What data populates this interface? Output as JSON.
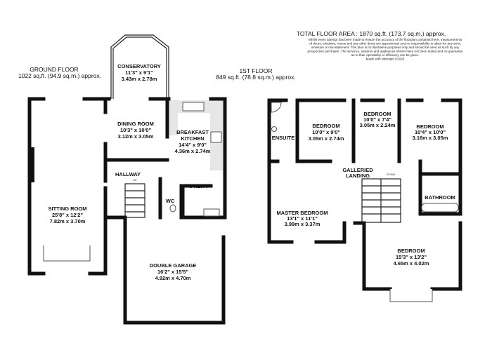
{
  "summary": {
    "total": "TOTAL FLOOR AREA : 1870 sq.ft. (173.7 sq.m.) approx.",
    "disclaimer": [
      "Whilst every attempt has been made to ensure the accuracy of the floorplan contained here, measurements",
      "of doors, windows, rooms and any other items are approximate and no responsibility is taken for any error,",
      "omission or mis-statement. This plan is for illustrative purposes only and should be used as such by any",
      "prospective purchaser. The services, systems and appliances shown have not been tested and no guarantee",
      "as to their operability or efficiency can be given.",
      "Made with Metropix ©2025"
    ]
  },
  "ground_floor": {
    "title": "GROUND FLOOR",
    "area": "1022 sq.ft. (94.9 sq.m.) approx.",
    "rooms": [
      {
        "name": "CONSERVATORY",
        "imperial": "11'3\" x 9'1\"",
        "metric": "3.43m x 2.78m"
      },
      {
        "name": "DINING ROOM",
        "imperial": "10'3\" x 10'0\"",
        "metric": "3.12m x 3.05m"
      },
      {
        "name": "BREAKFAST",
        "name2": "KITCHEN",
        "imperial": "14'4\" x 9'0\"",
        "metric": "4.36m x 2.74m"
      },
      {
        "name": "HALLWAY"
      },
      {
        "name": "SITTING ROOM",
        "imperial": "25'8\" x 12'2\"",
        "metric": "7.82m x 3.70m"
      },
      {
        "name": "WC"
      },
      {
        "name": "UTILITY"
      },
      {
        "name": "DOUBLE GARAGE",
        "imperial": "16'2\" x 15'5\"",
        "metric": "4.92m x 4.70m"
      }
    ],
    "stair_label": "UP"
  },
  "first_floor": {
    "title": "1ST FLOOR",
    "area": "849 sq.ft. (78.8 sq.m.) approx.",
    "rooms": [
      {
        "name": "ENSUITE"
      },
      {
        "name": "BEDROOM",
        "imperial": "10'0\" x 9'0\"",
        "metric": "3.05m x 2.74m"
      },
      {
        "name": "BEDROOM",
        "imperial": "10'0\" x 7'4\"",
        "metric": "3.05m x 2.24m"
      },
      {
        "name": "BEDROOM",
        "imperial": "10'4\" x 10'0\"",
        "metric": "3.16m x 3.05m"
      },
      {
        "name": "GALLERIED",
        "name2": "LANDING"
      },
      {
        "name": "BATHROOM"
      },
      {
        "name": "MASTER BEDROOM",
        "imperial": "13'1\" x 11'1\"",
        "metric": "3.99m x 3.37m"
      },
      {
        "name": "BEDROOM",
        "imperial": "15'3\" x 13'2\"",
        "metric": "4.65m x 4.02m"
      }
    ],
    "stair_label": "DOWN"
  }
}
